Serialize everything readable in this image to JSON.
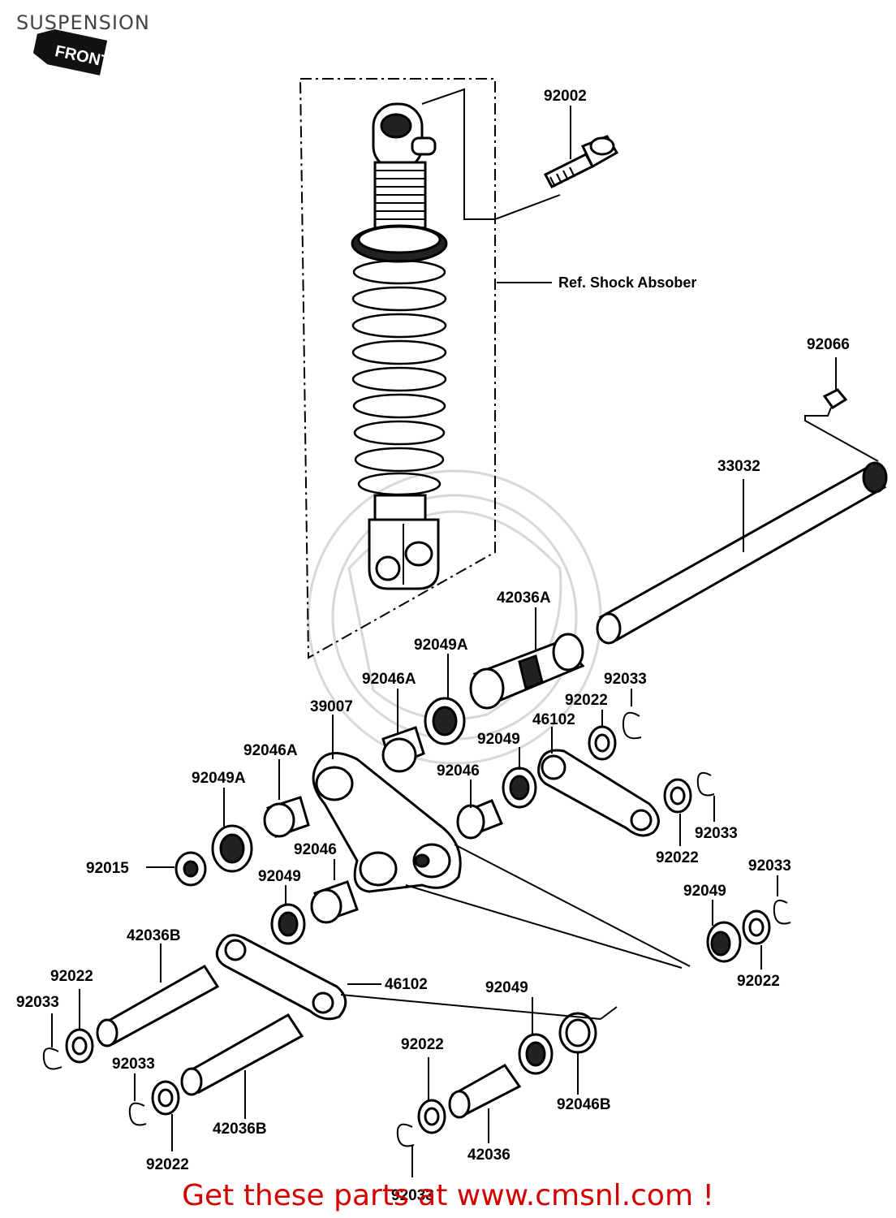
{
  "title": "SUSPENSION",
  "front_marker": "FRONT",
  "ref_note": "Ref. Shock Absober",
  "callouts": {
    "c92002": "92002",
    "c92066": "92066",
    "c33032": "33032",
    "c42036A": "42036A",
    "c92049A_top": "92049A",
    "c92046A_top": "92046A",
    "c39007": "39007",
    "c92033_a": "92033",
    "c92022_a": "92022",
    "c46102_top": "46102",
    "c92049_a": "92049",
    "c92046_a": "92046",
    "c92046A_left": "92046A",
    "c92049A_left": "92049A",
    "c92015": "92015",
    "c92046_b": "92046",
    "c92049_b": "92049",
    "c92033_b": "92033",
    "c92022_b": "92022",
    "c92033_c": "92033",
    "c92049_c": "92049",
    "c92022_c": "92022",
    "c42036B_top": "42036B",
    "c46102_bottom": "46102",
    "c92022_d": "92022",
    "c92033_d": "92033",
    "c92033_e": "92033",
    "c92022_e": "92022",
    "c42036B_bottom": "42036B",
    "c92022_f": "92022",
    "c92049_d": "92049",
    "c92046B": "92046B",
    "c42036": "42036",
    "c92033_f": "92033"
  },
  "footer": "Get these parts at www.cmsnl.com !"
}
